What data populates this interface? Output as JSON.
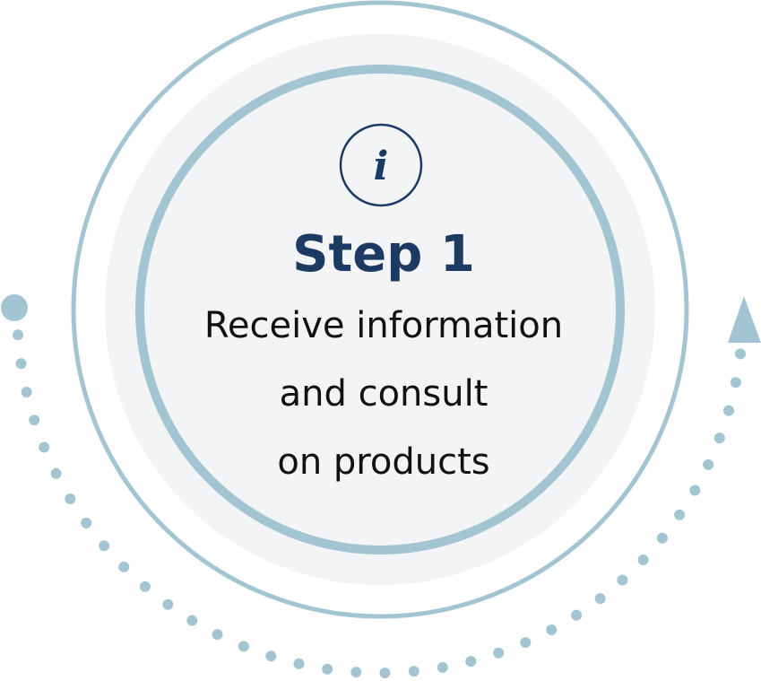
{
  "step": {
    "icon": "info-icon",
    "icon_glyph": "i",
    "title": "Step 1",
    "description_lines": [
      "Receive information",
      "and consult",
      "on products"
    ]
  },
  "colors": {
    "ring": "#a3c5d2",
    "inner_fill": "#f2f4f6",
    "title": "#1d3a63",
    "text": "#111111",
    "dots": "#a3c5d2"
  }
}
